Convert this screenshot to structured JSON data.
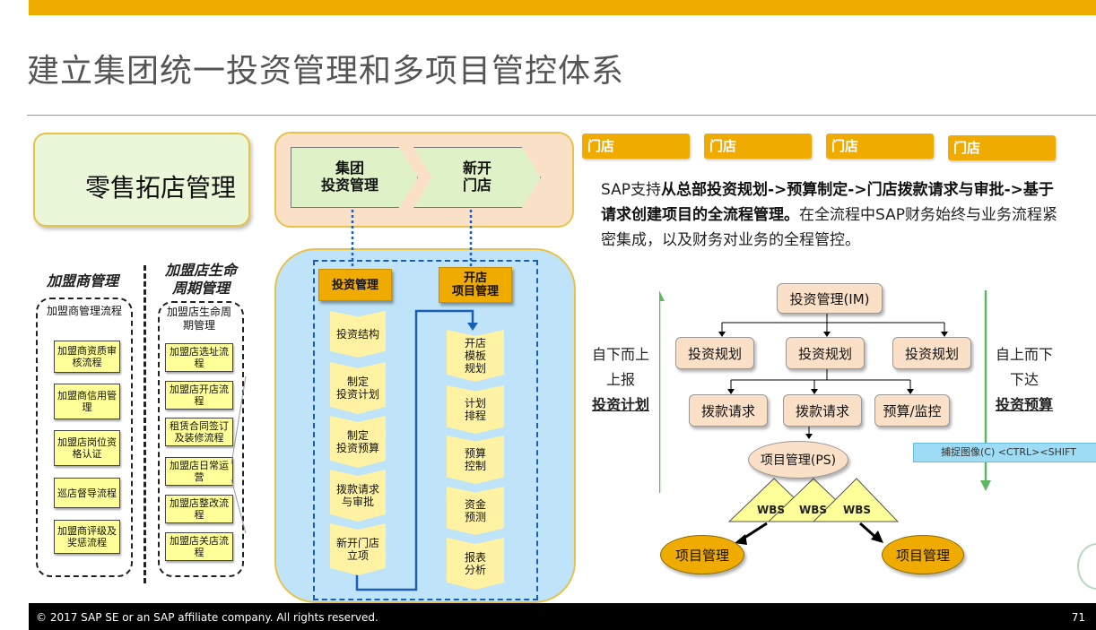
{
  "title": "建立集团统一投资管理和多项目管控体系",
  "retail_box": "零售拓店管理",
  "franchisee": {
    "heading": "加盟商管理",
    "subheading": "加盟商管理流程",
    "items": [
      "加盟商资质审核流程",
      "加盟商信用管理",
      "加盟店岗位资格认证",
      "巡店督导流程",
      "加盟商评级及奖惩流程"
    ]
  },
  "lifecycle": {
    "heading_line1": "加盟店生命",
    "heading_line2": "周期管理",
    "subheading_line1": "加盟店生命周",
    "subheading_line2": "期管理",
    "items": [
      "加盟店选址流程",
      "加盟店开店流程",
      "租赁合同签订及装修流程",
      "加盟店日常运营",
      "加盟店整改流程",
      "加盟店关店流程"
    ]
  },
  "top_arrows": [
    {
      "line1": "集团",
      "line2": "投资管理"
    },
    {
      "line1": "新开",
      "line2": "门店"
    }
  ],
  "investment": {
    "header": "投资管理",
    "steps": [
      {
        "line1": "投资结构",
        "line2": ""
      },
      {
        "line1": "制定",
        "line2": "投资计划"
      },
      {
        "line1": "制定",
        "line2": "投资预算"
      },
      {
        "line1": "拨款请求",
        "line2": "与审批"
      },
      {
        "line1": "新开门店",
        "line2": "立项"
      }
    ]
  },
  "store_project": {
    "header_line1": "开店",
    "header_line2": "项目管理",
    "steps": [
      {
        "line1": "开店",
        "line2": "模板",
        "line3": "规划"
      },
      {
        "line1": "计划",
        "line2": "排程",
        "line3": ""
      },
      {
        "line1": "预算",
        "line2": "控制",
        "line3": ""
      },
      {
        "line1": "资金",
        "line2": "预测",
        "line3": ""
      },
      {
        "line1": "报表",
        "line2": "分析",
        "line3": ""
      }
    ]
  },
  "store_tabs": [
    "门店",
    "门店",
    "门店",
    "门店"
  ],
  "description": {
    "prefix": "SAP支持",
    "bold_part": "从总部投资规划->预算制定->门店拨款请求与审批->基于请求创建项目的全流程管理。",
    "suffix": "在全流程中SAP财务始终与业务流程紧密集成，以及财务对业务的全程管控。"
  },
  "hierarchy": {
    "root": "投资管理(IM)",
    "plans": [
      "投资规划",
      "投资规划",
      "投资规划"
    ],
    "requests": [
      "拨款请求",
      "拨款请求",
      "预算/监控"
    ],
    "ps": "项目管理(PS)",
    "wbs": [
      "WBS",
      "WBS",
      "WBS"
    ],
    "projects": [
      "项目管理",
      "项目管理"
    ]
  },
  "left_side": {
    "line1": "自下而上",
    "line2": "上报",
    "line3": "投资计划"
  },
  "right_side": {
    "line1": "自上而下",
    "line2": "下达",
    "line3": "投资预算"
  },
  "capture_toolbar": "捕捉图像(C)    <CTRL><SHIFT",
  "footer": {
    "copyright": "© 2017 SAP SE or an SAP affiliate company. All rights reserved.",
    "page": "71"
  },
  "colors": {
    "accent": "#f0ab00",
    "peach": "#fbe0c8",
    "light_blue": "#bfe3f8",
    "yellow": "#ffff99",
    "green_arrow": "#5cb85c"
  }
}
